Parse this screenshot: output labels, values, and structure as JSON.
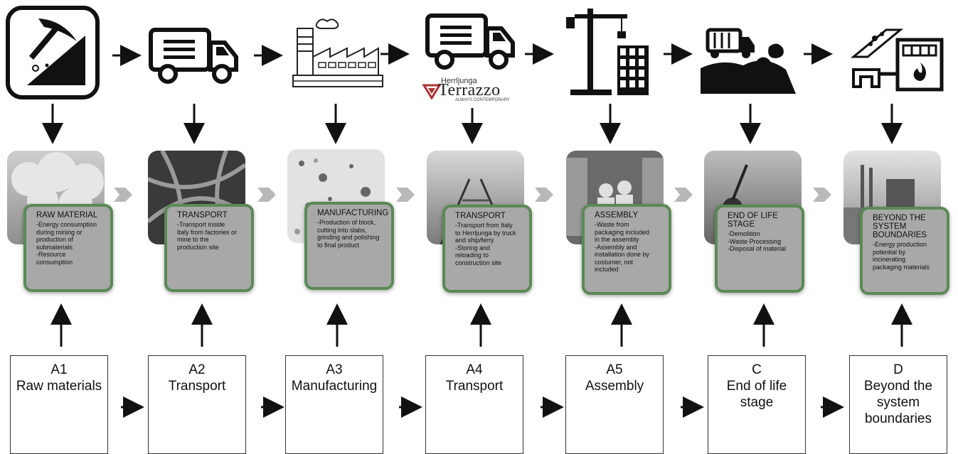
{
  "logo": {
    "brand": "Herrljunga",
    "word": "Terrazzo",
    "tagline": "ALWAYS CONTEMPORARY"
  },
  "stages": [
    {
      "card_title": "RAW MATERIAL",
      "card_text": "-Energy consumption\nduring mining or\nproduction of\nsubmaterials\n-Resource\nconsumption",
      "code": "A1",
      "name": "Raw materials",
      "icon": "mining-pickaxe-icon"
    },
    {
      "card_title": "TRANSPORT",
      "card_text": "-Transport inside\nItaly from factories or\nmine to the\nproduction site",
      "code": "A2",
      "name": "Transport",
      "icon": "truck-icon"
    },
    {
      "card_title": "MANUFACTURING",
      "card_text": "-Production of block,\ncutting into slabs,\ngrinding and polishing\nto final product",
      "code": "A3",
      "name": "Manufacturing",
      "icon": "factory-icon"
    },
    {
      "card_title": "TRANSPORT",
      "card_text": "-Transport from Italy\nto Herrljunga by truck\nand ship/ferry\n-Storing and\nreloading to\nconstruction site",
      "code": "A4",
      "name": "Transport",
      "icon": "truck-icon"
    },
    {
      "card_title": "ASSEMBLY",
      "card_text": "-Waste from\npackaging included\nin the assembly\n-Assembly and\ninstallation done by\ncostumer, not\nincluded",
      "code": "A5",
      "name": "Assembly",
      "icon": "crane-building-icon"
    },
    {
      "card_title": "END OF LIFE\nSTAGE",
      "card_text": "-Demolition\n-Waste Processing\n-Disposal of material",
      "code": "C",
      "name": "End of life\nstage",
      "icon": "garbage-truck-landfill-icon"
    },
    {
      "card_title": "BEYOND THE\nSYSTEM\nBOUNDARIES",
      "card_text": "-Energy production\npotential by\nincinerating\npackaging materials",
      "code": "D",
      "name": "Beyond the\nsystem\nboundaries",
      "icon": "incineration-plant-icon"
    }
  ]
}
